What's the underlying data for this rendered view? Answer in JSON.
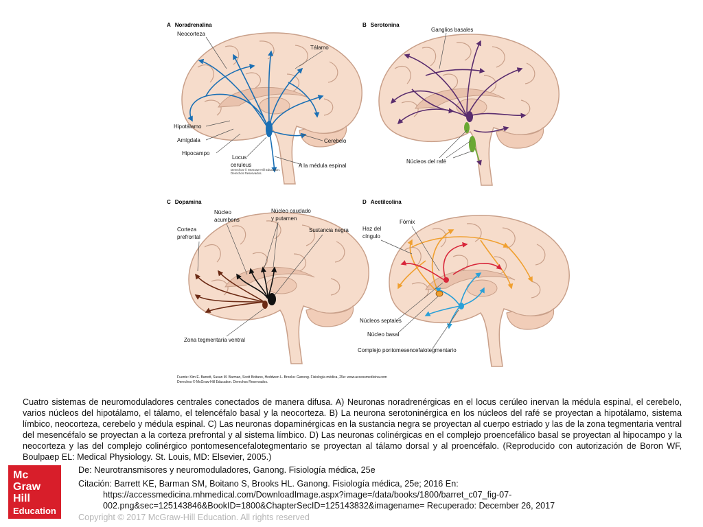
{
  "panels": {
    "a": {
      "letter": "A",
      "title": "Noradrenalina",
      "labels": {
        "neocorteza": "Neocorteza",
        "talamo": "Tálamo",
        "hipotalamo": "Hipotálamo",
        "amigdala": "Amígdala",
        "hipocampo": "Hipocampo",
        "locus": "Locus",
        "ceruleus": "ceruleus",
        "cerebelo": "Cerebelo",
        "medula": "A la médula espinal"
      },
      "copyright_1": "Derechos © McGraw-Hill Education.",
      "copyright_2": "Derechos Reservados."
    },
    "b": {
      "letter": "B",
      "title": "Serotonina",
      "labels": {
        "ganglios": "Ganglios basales",
        "rafe": "Núcleos del rafé"
      }
    },
    "c": {
      "letter": "C",
      "title": "Dopamina",
      "labels": {
        "nucleo": "Núcleo",
        "acumbens": "acumbens",
        "caudado_1": "Núcleo caudado",
        "caudado_2": "y putamen",
        "sustancia": "Sustancia negra",
        "corteza_1": "Corteza",
        "corteza_2": "prefrontal",
        "zona": "Zona tegmentaria ventral"
      }
    },
    "d": {
      "letter": "D",
      "title": "Acetilcolina",
      "labels": {
        "fornix": "Fórnix",
        "haz_1": "Haz del",
        "haz_2": "cíngulo",
        "septales": "Núcleos septales",
        "basal": "Núcleo basal",
        "complejo": "Complejo pontomesencefalotegmentario"
      }
    }
  },
  "source_line": "Fuente: Kim E. Barrett, Susan M. Barman, Scott Boitano, Heddwen L. Brooks: Ganong. Fisiología médica, 25e: www.accessmedicina.com",
  "source_copyright": "Derechos © McGraw-Hill Education. Derechos Reservados.",
  "caption": "Cuatro sistemas de neuromoduladores centrales conectados de manera difusa. A) Neuronas noradrenérgicas en el locus cerúleo inervan la médula espinal, el cerebelo, varios núcleos del hipotálamo, el tálamo, el telencéfalo basal y la neocorteza. B) La neurona serotoninérgica en los núcleos del rafé se proyectan a hipotálamo, sistema límbico, neocorteza, cerebelo y médula espinal. C) Las neuronas dopaminérgicas en la sustancia negra se proyectan al cuerpo estriado y las de la zona tegmentaria ventral del mesencéfalo se proyectan a la corteza prefrontal y al sistema límbico. D) Las neuronas colinérgicas en el complejo proencefálico basal se proyectan al hipocampo y la neocorteza y las del complejo colinérgico pontomesencefalotegmentario se proyectan al tálamo dorsal y al proencéfalo. (Reproducido con autorización de Boron WF, Boulpaep EL: Medical Physiology. St. Louis, MD: Elsevier, 2005.)",
  "logo": {
    "line1": "Mc",
    "line2": "Graw",
    "line3": "Hill",
    "line4": "Education"
  },
  "from_line": "De: Neurotransmisores y neuromoduladores, Ganong. Fisiología médica, 25e",
  "citation_1": "Citación: Barrett KE, Barman SM, Boitano S, Brooks HL. Ganong. Fisiología médica, 25e; 2016 En:",
  "citation_2": "https://accessmedicina.mhmedical.com/DownloadImage.aspx?image=/data/books/1800/barret_c07_fig-07-",
  "citation_3": "002.png&sec=125143846&BookID=1800&ChapterSecID=125143832&imagename= Recuperado: December 26, 2017",
  "copyright": "Copyright © 2017 McGraw-Hill Education. All rights reserved",
  "colors": {
    "brain": "#f6dccb",
    "brain_outline": "#c9a08a",
    "noradrenalina": "#1a6fb4",
    "serotonina": "#5a2d6e",
    "serotonina_nuclei": "#6aa832",
    "dopamina_black": "#111111",
    "dopamina_brown": "#6b2a14",
    "acetilcolina_orange": "#f0a030",
    "acetilcolina_red": "#d8263a",
    "acetilcolina_blue": "#2aa0d8",
    "logo": "#d81e2a"
  }
}
